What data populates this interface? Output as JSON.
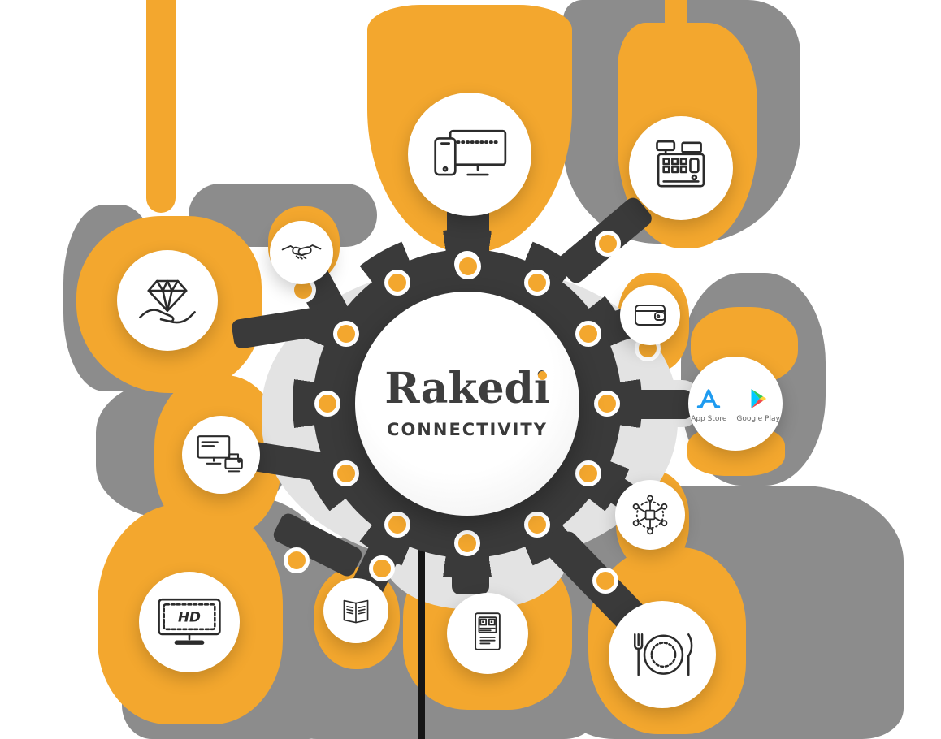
{
  "center": {
    "brand": "Rakedi",
    "subtitle": "CONNECTIVITY"
  },
  "badges": {
    "app_store_label": "App Store",
    "google_play_label": "Google Play"
  },
  "hd": {
    "label": "HD"
  },
  "colors": {
    "accent_yellow": "#F3A72E",
    "ring_dark": "#3A3A3A",
    "blob_gray": "#8C8C8C",
    "blob_light_gray": "#E3E3E3",
    "line_black": "#161616",
    "icon_stroke": "#2B2B2B",
    "app_store_blue": "#1E9BF0",
    "play_cyan": "#00C9FF",
    "play_green": "#2FCC5B",
    "play_yellow": "#FFD43A",
    "play_red": "#F0494C"
  },
  "nodes": [
    {
      "name": "multi-device",
      "icon": "responsive-devices-icon"
    },
    {
      "name": "pos-terminal",
      "icon": "cash-register-icon"
    },
    {
      "name": "partnership",
      "icon": "handshake-icon"
    },
    {
      "name": "premium-service",
      "icon": "hand-diamond-icon"
    },
    {
      "name": "payments",
      "icon": "wallet-icon"
    },
    {
      "name": "mobile-apps",
      "icon": "app-store-google-play-badges"
    },
    {
      "name": "pc-printer",
      "icon": "computer-printer-icon"
    },
    {
      "name": "network",
      "icon": "connected-network-icon"
    },
    {
      "name": "hd-display",
      "icon": "hd-tv-icon"
    },
    {
      "name": "menu-brochure",
      "icon": "brochure-icon"
    },
    {
      "name": "qr-kiosk",
      "icon": "qr-kiosk-icon"
    },
    {
      "name": "restaurant",
      "icon": "plate-cutlery-icon"
    }
  ]
}
